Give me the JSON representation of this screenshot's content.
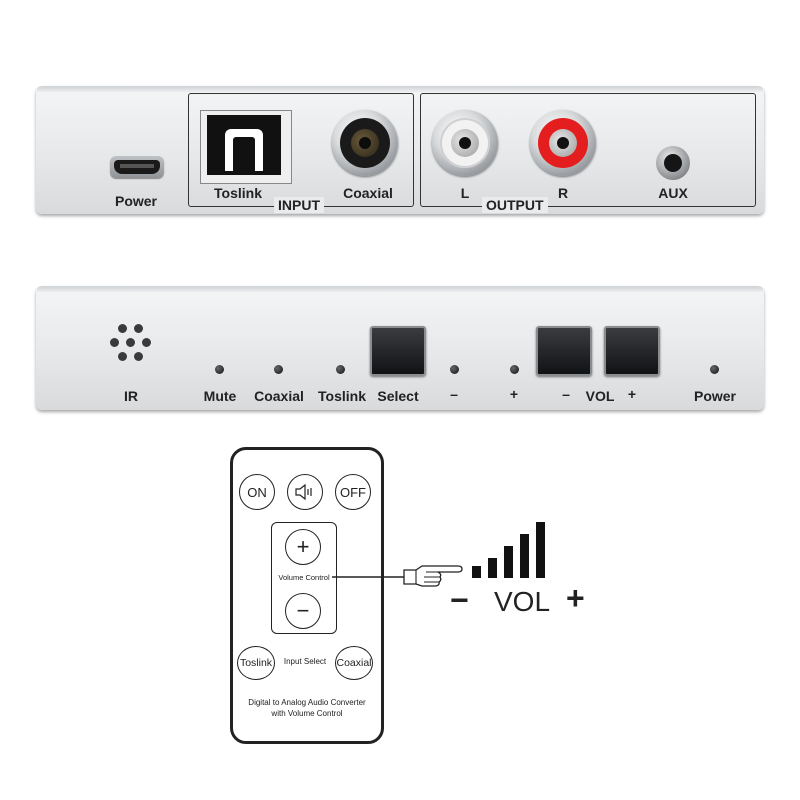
{
  "rear_panel": {
    "power_label": "Power",
    "input_group_label": "INPUT",
    "toslink_label": "Toslink",
    "coaxial_label": "Coaxial",
    "output_group_label": "OUTPUT",
    "left_label": "L",
    "right_label": "R",
    "aux_label": "AUX"
  },
  "front_panel": {
    "ir_label": "IR",
    "mute_label": "Mute",
    "coaxial_label": "Coaxial",
    "toslink_label": "Toslink",
    "select_label": "Select",
    "minus_label": "–",
    "plus_label": "+",
    "vol_minus_label": "–",
    "vol_label": "VOL",
    "vol_plus_label": "+",
    "power_label": "Power"
  },
  "remote": {
    "on_label": "ON",
    "off_label": "OFF",
    "plus_label": "+",
    "minus_label": "−",
    "volume_control_label": "Volume Control",
    "toslink_label": "Toslink",
    "input_select_label": "Input Select",
    "coaxial_label": "Coaxial",
    "caption_line1": "Digital to Analog  Audio Converter",
    "caption_line2": "with Volume Control"
  },
  "volume_graphic": {
    "minus_label": "−",
    "vol_label": "VOL",
    "plus_label": "+"
  },
  "colors": {
    "rca_left_ring": "#f2f2f2",
    "rca_right_ring": "#e41e1e",
    "coaxial_ring": "#1a1a1a"
  },
  "icons": {
    "power_port": "micro-usb-port-icon",
    "toslink_port": "optical-port-icon",
    "aux_port": "headphone-jack-icon",
    "ir": "ir-receiver-icon",
    "mute": "speaker-mute-icon",
    "pointer": "pointing-hand-icon"
  }
}
